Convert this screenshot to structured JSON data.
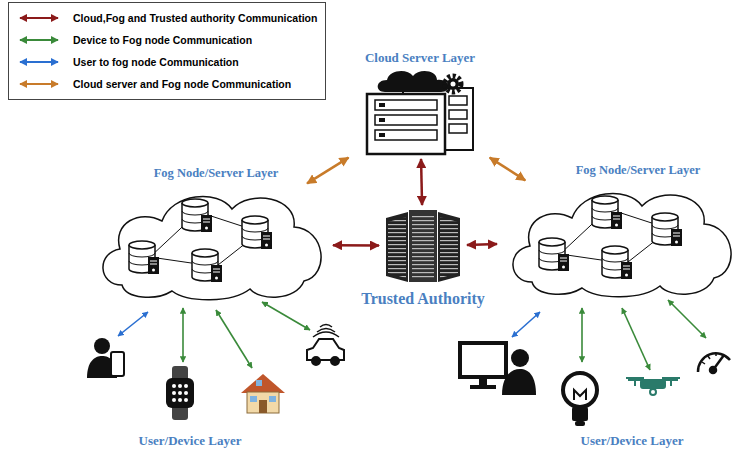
{
  "diagram": {
    "nodes": [
      {
        "text": [
          "Cloud Server Layer"
        ]
      },
      {
        "text": [
          "Fog Node/Server Layer"
        ]
      },
      {
        "text": [
          "Trusted Authority"
        ]
      },
      {
        "text": [
          "Fog Node/Server Layer"
        ]
      }
    ],
    "edges": [
      {
        "from": 0,
        "to": 1,
        "arrow": "both"
      },
      {
        "from": 0,
        "to": 3,
        "arrow": "both"
      },
      {
        "from": 0,
        "to": 2,
        "arrow": "both"
      },
      {
        "from": 2,
        "to": 1,
        "arrow": "both"
      },
      {
        "from": 2,
        "to": 3,
        "arrow": "both"
      }
    ],
    "labels": [
      "User/Device Layer",
      "User/Device Layer"
    ],
    "legend": [
      {
        "text": "Cloud,Fog and Trusted authority Communication"
      },
      {
        "text": "Device to Fog node Communication"
      },
      {
        "text": "User to fog node Communication"
      },
      {
        "text": "Cloud server and Fog node Communication"
      }
    ]
  }
}
